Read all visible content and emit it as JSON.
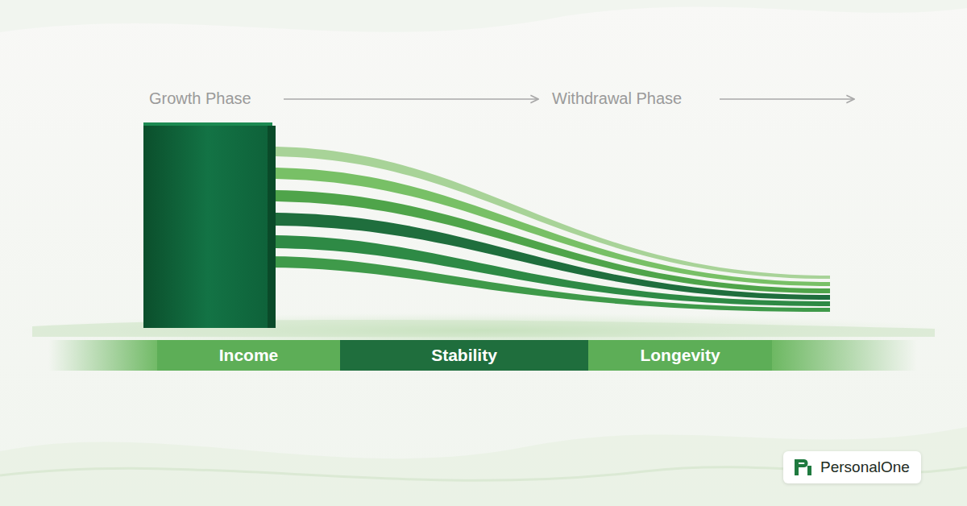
{
  "diagram": {
    "nodes": [
      {
        "text": [
          "Income"
        ]
      },
      {
        "text": [
          "Stability"
        ]
      },
      {
        "text": [
          "Longevity"
        ]
      },
      {
        "text": [
          "PersonalOne"
        ]
      }
    ],
    "labels": [
      "Growth Phase",
      "Withdrawal Phase"
    ]
  }
}
